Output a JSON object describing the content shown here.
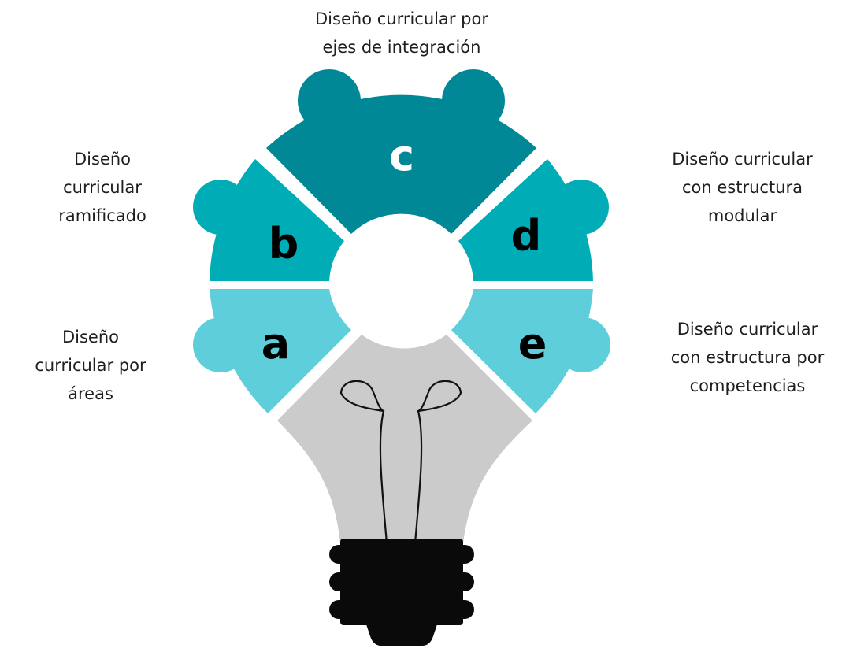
{
  "segments": [
    {
      "key": "a",
      "letter": "a",
      "lines": [
        "Diseño",
        "curricular por",
        "áreas"
      ],
      "color": "#5ECFDA"
    },
    {
      "key": "b",
      "letter": "b",
      "lines": [
        "Diseño",
        "curricular",
        "ramificado"
      ],
      "color": "#00ADB7"
    },
    {
      "key": "c",
      "letter": "c",
      "lines": [
        "Diseño curricular por",
        "ejes de integración"
      ],
      "color": "#008896"
    },
    {
      "key": "d",
      "letter": "d",
      "lines": [
        "Diseño curricular",
        "con estructura",
        "modular"
      ],
      "color": "#00ADB7"
    },
    {
      "key": "e",
      "letter": "e",
      "lines": [
        "Diseño curricular",
        "con estructura por",
        "competencias"
      ],
      "color": "#5ECFDA"
    }
  ],
  "bulb": {
    "glass_color": "#CBCBCB",
    "base_color": "#0A0A0A",
    "filament_color": "#111111"
  }
}
